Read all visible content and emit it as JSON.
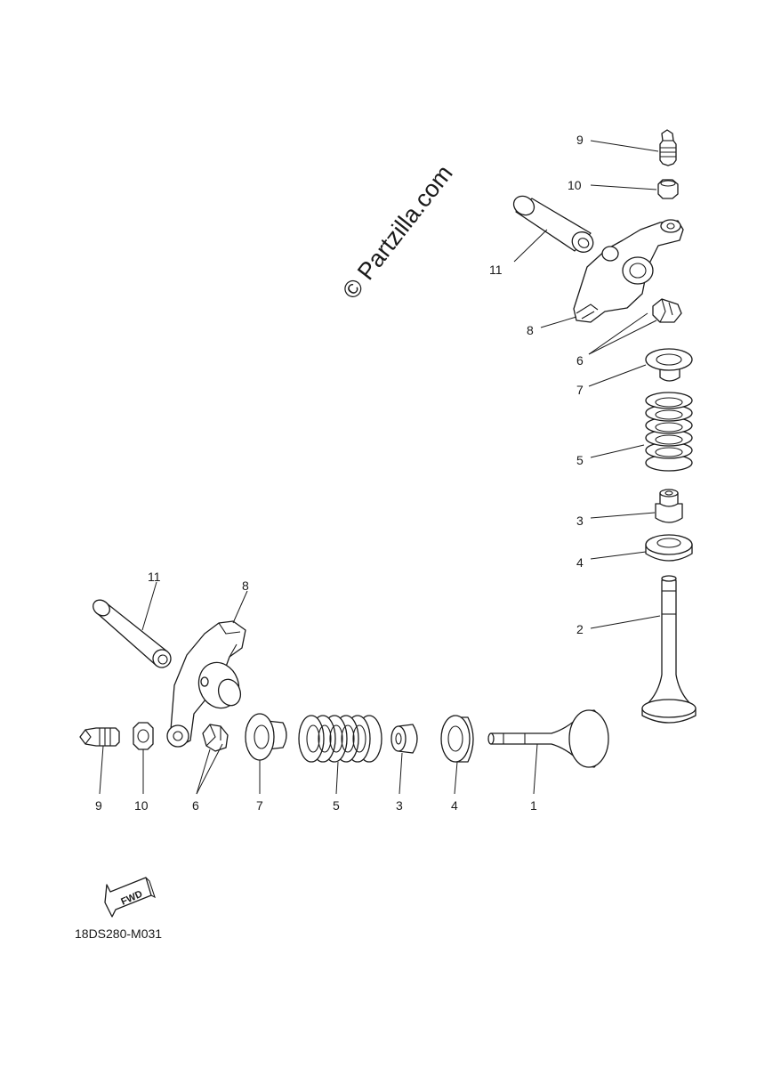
{
  "watermark": "© Partzilla.com",
  "drawing_code": "18DS280-M031",
  "fwd_label": "FWD",
  "callouts_right": {
    "c9": "9",
    "c10": "10",
    "c11": "11",
    "c8": "8",
    "c6": "6",
    "c7": "7",
    "c5": "5",
    "c3": "3",
    "c4": "4",
    "c2": "2"
  },
  "callouts_left": {
    "c11": "11",
    "c8": "8",
    "c9": "9",
    "c10": "10",
    "c6": "6",
    "c7": "7",
    "c5": "5",
    "c3": "3",
    "c4": "4",
    "c1": "1"
  }
}
